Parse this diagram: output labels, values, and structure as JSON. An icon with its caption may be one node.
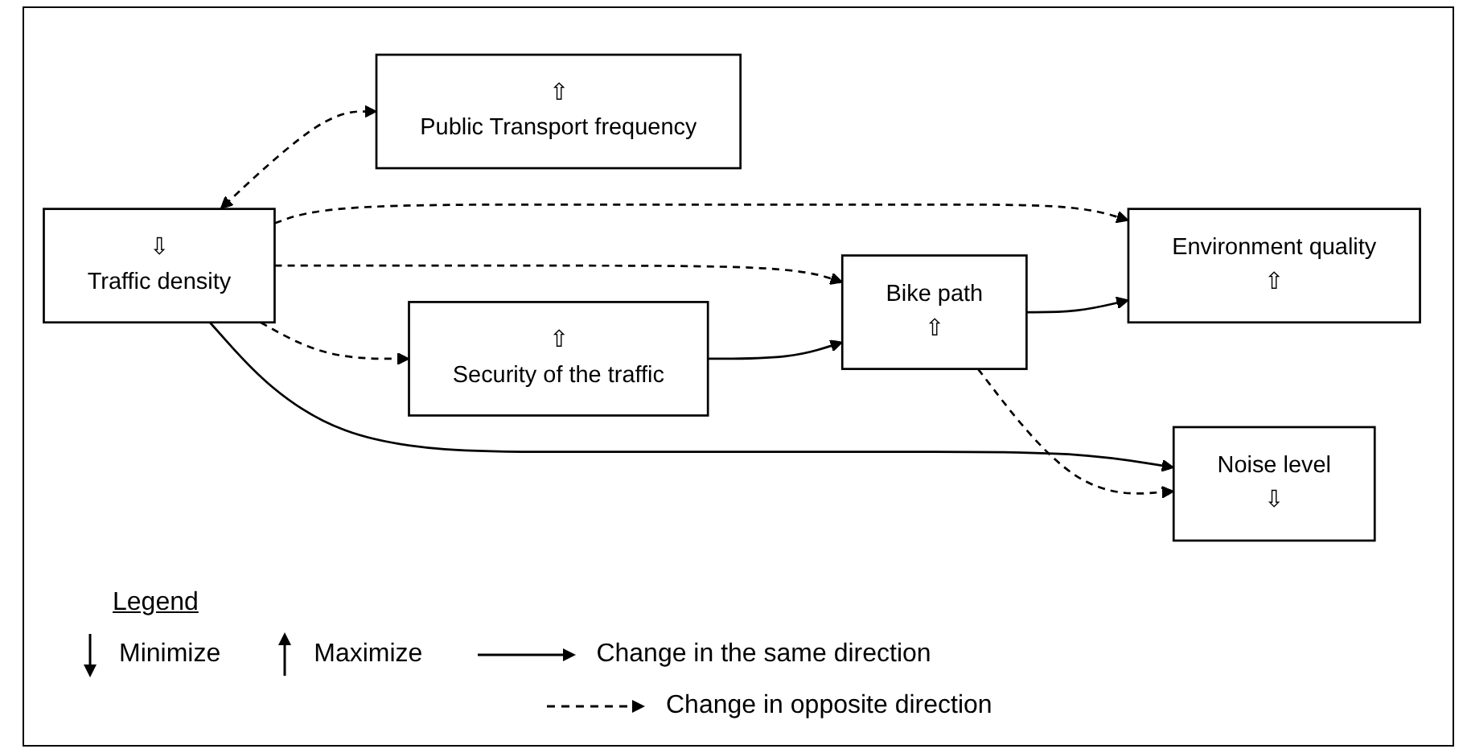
{
  "diagram": {
    "nodes": [
      {
        "text": [
          "⇧",
          "Public Transport frequency"
        ]
      },
      {
        "text": [
          "⇩",
          "Traffic density"
        ]
      },
      {
        "text": [
          "⇧",
          "Security of the traffic"
        ]
      },
      {
        "text": [
          "Environment quality",
          "⇧"
        ]
      },
      {
        "text": [
          "Noise level",
          "⇩"
        ]
      },
      {
        "text": [
          "Bike path",
          "⇧"
        ]
      }
    ],
    "edges": [
      {
        "from": 1,
        "to": 0,
        "arrow": "both",
        "style": "dashed"
      },
      {
        "from": 1,
        "to": 3,
        "arrow": "to",
        "style": "dashed"
      },
      {
        "from": 1,
        "to": 4,
        "arrow": "to"
      },
      {
        "from": 1,
        "to": 5,
        "arrow": "to",
        "style": "dashed"
      },
      {
        "from": 1,
        "to": 2,
        "arrow": "to",
        "style": "dashed"
      },
      {
        "from": 2,
        "to": 5,
        "arrow": "to"
      },
      {
        "from": 5,
        "to": 4,
        "arrow": "to",
        "style": "dashed"
      },
      {
        "from": 5,
        "to": 3,
        "arrow": "to"
      }
    ],
    "labels": [
      "Legend"
    ],
    "legend": [
      {
        "text": "Minimize"
      },
      {
        "text": "Maximize"
      },
      {
        "text": "Change in the same direction"
      },
      {
        "text": "Change in opposite direction"
      }
    ]
  }
}
